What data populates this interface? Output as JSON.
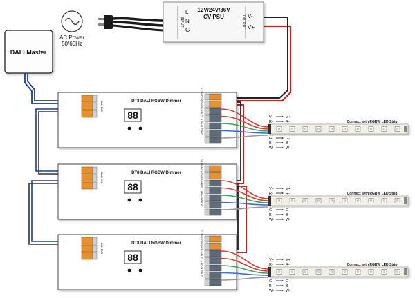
{
  "ac_power": {
    "label": "AC Power",
    "freq": "50/60Hz"
  },
  "dali_master": {
    "label": "DALI Master"
  },
  "psu": {
    "title_line1": "12V/24V/36V",
    "title_line2": "CV PSU",
    "in_terminals": [
      "L",
      "N",
      "G"
    ],
    "in_label": "INPUT",
    "out_label": "OUTPUT",
    "out_terminals": [
      "V-",
      "V+"
    ]
  },
  "dimmers": [
    {
      "title": "DT8 DALI RGBW Dimmer",
      "display": "88"
    },
    {
      "title": "DT8 DALI RGBW Dimmer",
      "display": "88"
    },
    {
      "title": "DT8 DALI RGBW Dimmer",
      "display": "88"
    }
  ],
  "dimmer_labels": {
    "dali_bus": "DALI BUS",
    "power_input": "12-36VDC POWER INPUT",
    "led_output": "LED OUTPUT"
  },
  "strips": [
    {
      "title": "Connect with RGBW LED Strip"
    },
    {
      "title": "Connect with RGBW LED Strip"
    },
    {
      "title": "Connect with RGBW LED Strip"
    }
  ],
  "strip_legend_top": [
    "V+",
    "R-"
  ],
  "strip_legend_bottom": [
    "G-",
    "B-",
    "W-"
  ],
  "colors": {
    "power_red": "#cc2020",
    "power_black": "#222222",
    "dali_blue": "#1f3c8c",
    "wire_red": "#d43b3b",
    "wire_green": "#3aa35a",
    "wire_blue": "#3a6fcf",
    "wire_gray": "#9a9a9a",
    "terminal_orange": "#e8902c"
  }
}
